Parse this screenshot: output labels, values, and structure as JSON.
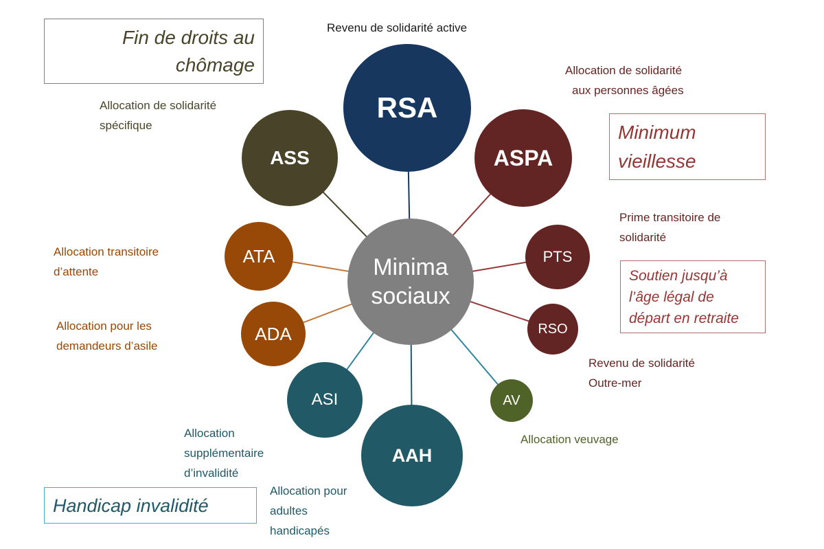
{
  "center": {
    "line1": "Minima",
    "line2": "sociaux",
    "color": "#808080"
  },
  "nodes": [
    {
      "id": "rsa",
      "abbr": "RSA",
      "color": "#17375E",
      "line_color": "#17375E"
    },
    {
      "id": "aspa",
      "abbr": "ASPA",
      "color": "#632523",
      "line_color": "#943634"
    },
    {
      "id": "pts",
      "abbr": "PTS",
      "color": "#632523",
      "line_color": "#943634"
    },
    {
      "id": "rso",
      "abbr": "RSO",
      "color": "#632523",
      "line_color": "#943634"
    },
    {
      "id": "av",
      "abbr": "AV",
      "color": "#4F6228",
      "line_color": "#31859C"
    },
    {
      "id": "aah",
      "abbr": "AAH",
      "color": "#215967",
      "line_color": "#215967"
    },
    {
      "id": "asi",
      "abbr": "ASI",
      "color": "#215967",
      "line_color": "#31859C"
    },
    {
      "id": "ada",
      "abbr": "ADA",
      "color": "#984807",
      "line_color": "#C0763A"
    },
    {
      "id": "ata",
      "abbr": "ATA",
      "color": "#984807",
      "line_color": "#C0763A"
    },
    {
      "id": "ass",
      "abbr": "ASS",
      "color": "#494429",
      "line_color": "#494429"
    }
  ],
  "labels": {
    "rsa": {
      "lines": [
        "Revenu de solidarité active"
      ],
      "color": "#1a1a1a"
    },
    "aspa": {
      "lines": [
        "Allocation de solidarité",
        "aux personnes âgées"
      ],
      "color": "#632523"
    },
    "pts": {
      "lines": [
        "Prime transitoire de",
        "solidarité"
      ],
      "color": "#632523"
    },
    "rso": {
      "lines": [
        "Revenu de solidarité",
        "Outre-mer"
      ],
      "color": "#632523"
    },
    "av": {
      "lines": [
        "Allocation veuvage"
      ],
      "color": "#4F6228"
    },
    "aah": {
      "lines": [
        "Allocation pour",
        "adultes",
        "handicapés"
      ],
      "color": "#215967"
    },
    "asi": {
      "lines": [
        "Allocation",
        "supplémentaire",
        "d’invalidité"
      ],
      "color": "#215967"
    },
    "ada": {
      "lines": [
        "Allocation pour les",
        "demandeurs d’asile"
      ],
      "color": "#984807"
    },
    "ata": {
      "lines": [
        "Allocation transitoire",
        "d’attente"
      ],
      "color": "#984807"
    },
    "ass": {
      "lines": [
        "Allocation de solidarité",
        "spécifique"
      ],
      "color": "#494429"
    }
  },
  "categories": {
    "chomage": {
      "lines": [
        "Fin de droits au",
        "chômage"
      ],
      "color": "#494429",
      "border": "#7F7F7F"
    },
    "vieillesse": {
      "lines": [
        "Minimum",
        "vieillesse"
      ],
      "color": "#943634",
      "border": "#B07070"
    },
    "retraite": {
      "lines": [
        "Soutien jusqu’à",
        "l’âge légal de",
        "départ en retraite"
      ],
      "color": "#943634",
      "border": "#B07070"
    },
    "handicap": {
      "lines": [
        "Handicap invalidité"
      ],
      "color": "#215967",
      "border": "#4BACC6"
    }
  }
}
